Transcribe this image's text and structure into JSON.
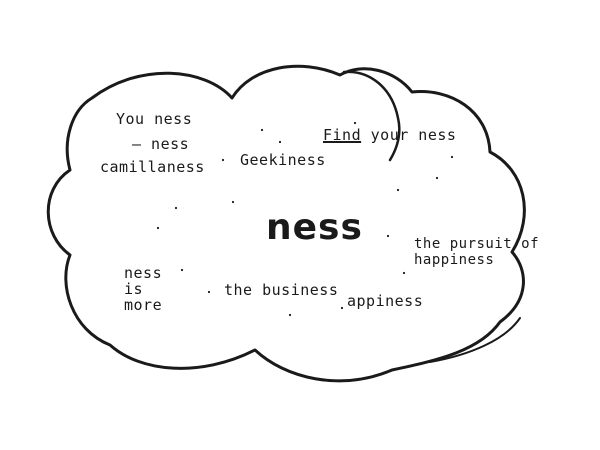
{
  "center_word": "ness",
  "words": {
    "youness": "You ness",
    "dash_ness": "— ness",
    "camillaness": "camillaness",
    "geekiness": "Geekiness",
    "find_underlined": "Find",
    "find_rest": " your ness",
    "pursuit_line1": "the pursuit of",
    "pursuit_line2": "happiness",
    "ness_is_more": [
      "ness",
      "is",
      "more"
    ],
    "the_business": "the business",
    "appiness": "appiness"
  },
  "colors": {
    "ink": "#1a1a1a",
    "background": "#ffffff"
  }
}
